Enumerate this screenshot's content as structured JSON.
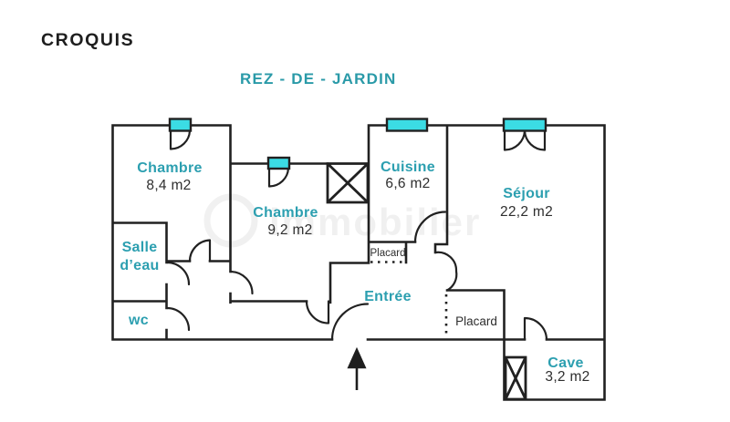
{
  "header": {
    "title": "CROQUIS",
    "subtitle": "REZ - DE - JARDIN"
  },
  "watermark": {
    "text": "immobilier"
  },
  "colors": {
    "label_teal": "#2c9fb0",
    "wall": "#212121",
    "window_fill": "#3bdce4",
    "area_text": "#2e2e2e"
  },
  "rooms": [
    {
      "id": "chambre-1",
      "name": "Chambre",
      "area": "8,4 m2"
    },
    {
      "id": "chambre-2",
      "name": "Chambre",
      "area": "9,2 m2"
    },
    {
      "id": "cuisine",
      "name": "Cuisine",
      "area": "6,6 m2"
    },
    {
      "id": "sejour",
      "name": "Séjour",
      "area": "22,2 m2"
    },
    {
      "id": "salle-deau",
      "line1": "Salle",
      "line2": "d’eau"
    },
    {
      "id": "wc",
      "name": "wc"
    },
    {
      "id": "entree",
      "name": "Entrée"
    },
    {
      "id": "cave",
      "name": "Cave",
      "area": "3,2 m2"
    }
  ],
  "closets": [
    {
      "label": "Placard"
    },
    {
      "label": "Placard"
    }
  ]
}
